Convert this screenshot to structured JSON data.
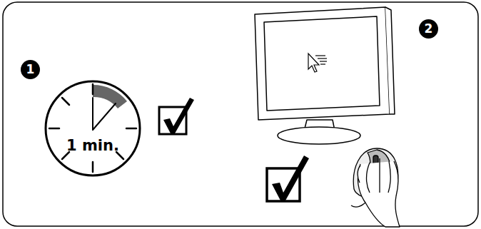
{
  "diagram": {
    "nodes": [
      {
        "text": [
          "1 min."
        ]
      }
    ],
    "labels": [
      "1",
      "2"
    ]
  }
}
